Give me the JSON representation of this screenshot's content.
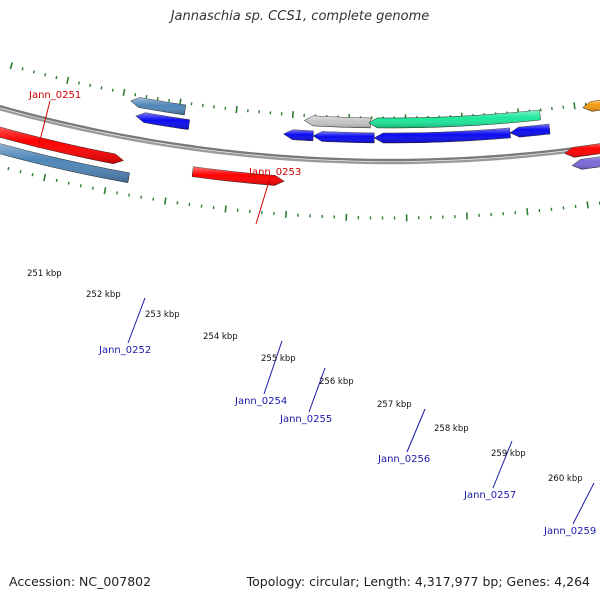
{
  "title": "Jannaschia sp. CCS1, complete genome",
  "footer": {
    "accession": "Accession: NC_007802",
    "topology": "Topology: circular; Length: 4,317,977 bp; Genes: 4,264"
  },
  "colors": {
    "backbone": "#7a7a7a",
    "ticks": "#2f7d32",
    "forward_label": "#cc0000",
    "reverse_label": "#1a1aa8"
  },
  "kbp_labels": [
    "251 kbp",
    "252 kbp",
    "253 kbp",
    "254 kbp",
    "255 kbp",
    "256 kbp",
    "257 kbp",
    "258 kbp",
    "259 kbp",
    "260 kbp"
  ],
  "gene_labels": [
    {
      "text": "Jann_0251",
      "strand": "forward"
    },
    {
      "text": "Jann_0253",
      "strand": "forward"
    },
    {
      "text": "Jann_0252",
      "strand": "reverse"
    },
    {
      "text": "Jann_0254",
      "strand": "reverse"
    },
    {
      "text": "Jann_0255",
      "strand": "reverse"
    },
    {
      "text": "Jann_0256",
      "strand": "reverse"
    },
    {
      "text": "Jann_0257",
      "strand": "reverse"
    },
    {
      "text": "Jann_0259",
      "strand": "reverse"
    }
  ],
  "feature_colors": {
    "red": "#ff0000",
    "steelblue": "#4f86b8",
    "blue": "#0b0bf0",
    "grey": "#c4c4c4",
    "aqua": "#1ce89a",
    "purple": "#7b68d8",
    "orange": "#f49b12"
  }
}
